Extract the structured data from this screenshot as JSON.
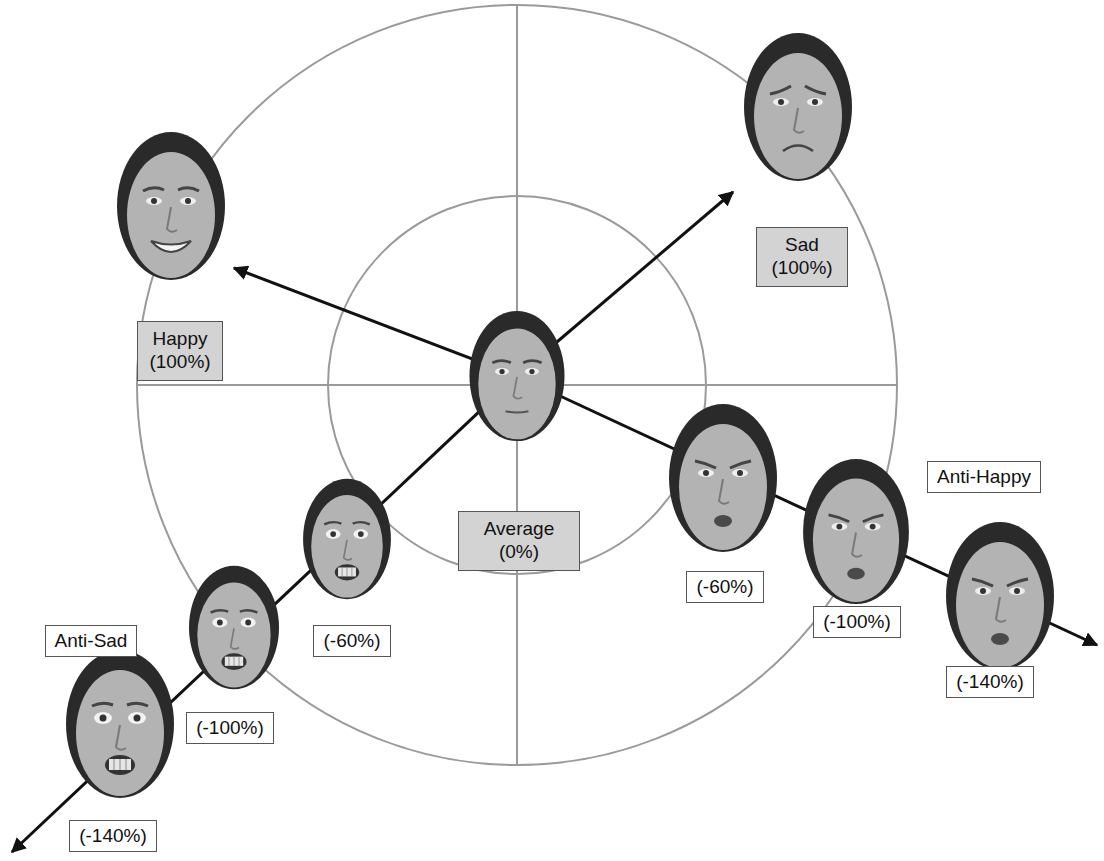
{
  "diagram": {
    "nodes": [
      {
        "text": [
          "Happy (100%)"
        ]
      },
      {
        "text": [
          "Sad (100%)"
        ]
      },
      {
        "text": [
          "Average (0%)"
        ]
      },
      {
        "text": [
          "Anti-Sad"
        ]
      },
      {
        "text": [
          "(-60%)"
        ]
      },
      {
        "text": [
          "(-100%)"
        ]
      },
      {
        "text": [
          "(-140%)"
        ]
      },
      {
        "text": [
          "(-60%)"
        ]
      },
      {
        "text": [
          "Anti-Happy"
        ]
      },
      {
        "text": [
          "(-100%)"
        ]
      },
      {
        "text": [
          "(-140%)"
        ]
      }
    ]
  }
}
